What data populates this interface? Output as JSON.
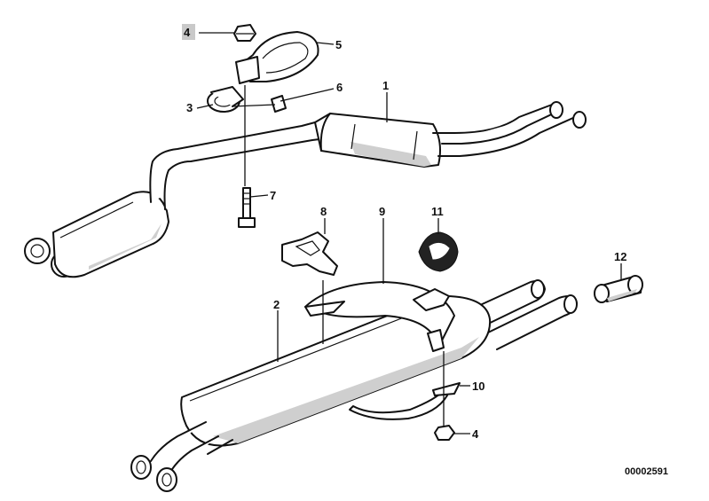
{
  "diagram": {
    "callouts": [
      {
        "id": "c1",
        "label": "1"
      },
      {
        "id": "c2",
        "label": "2"
      },
      {
        "id": "c3",
        "label": "3"
      },
      {
        "id": "c4a",
        "label": "4",
        "highlighted": true
      },
      {
        "id": "c4b",
        "label": "4"
      },
      {
        "id": "c5",
        "label": "5"
      },
      {
        "id": "c6",
        "label": "6"
      },
      {
        "id": "c7",
        "label": "7"
      },
      {
        "id": "c8",
        "label": "8"
      },
      {
        "id": "c9",
        "label": "9"
      },
      {
        "id": "c10",
        "label": "10"
      },
      {
        "id": "c11",
        "label": "11"
      },
      {
        "id": "c12",
        "label": "12"
      }
    ],
    "document_code": "00002591",
    "colors": {
      "line": "#111111",
      "highlight": "#c9c9c9",
      "background": "#ffffff"
    }
  }
}
